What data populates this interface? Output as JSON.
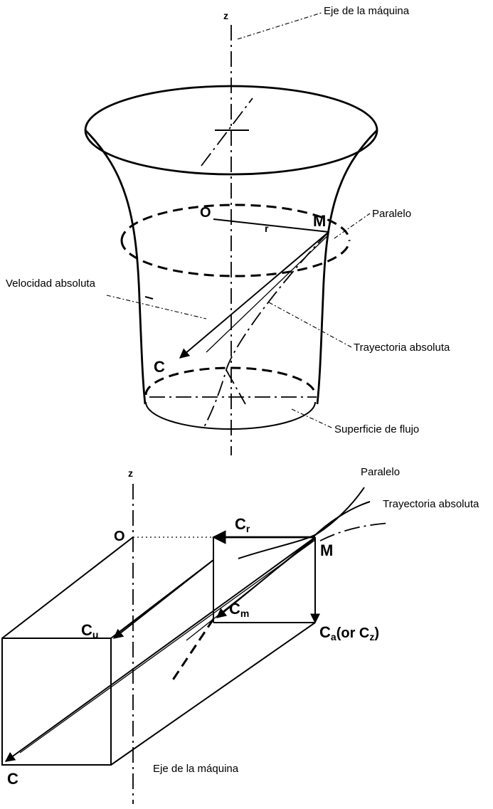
{
  "top": {
    "axis_symbol": "z",
    "machine_axis": "Eje de la máquina",
    "point_O": "O",
    "point_r": "r",
    "point_M": "M",
    "point_C": "C",
    "parallel": "Paralelo",
    "absolute_velocity": "Velocidad absoluta",
    "absolute_trajectory": "Trayectoria absoluta",
    "flow_surface": "Superficie de flujo"
  },
  "bottom": {
    "axis_symbol": "z",
    "point_O": "O",
    "point_M": "M",
    "point_C": "C",
    "parallel": "Paralelo",
    "absolute_trajectory": "Trayectoria absoluta",
    "cr_main": "C",
    "cr_sub": "r",
    "cu_main": "C",
    "cu_sub": "u",
    "cm_main": "C",
    "cm_sub": "m",
    "ca_main": "C",
    "ca_sub": "a",
    "ca_or": "(or C",
    "ca_or_sub": "z",
    "ca_close": ")",
    "machine_axis": "Eje de la máquina"
  }
}
